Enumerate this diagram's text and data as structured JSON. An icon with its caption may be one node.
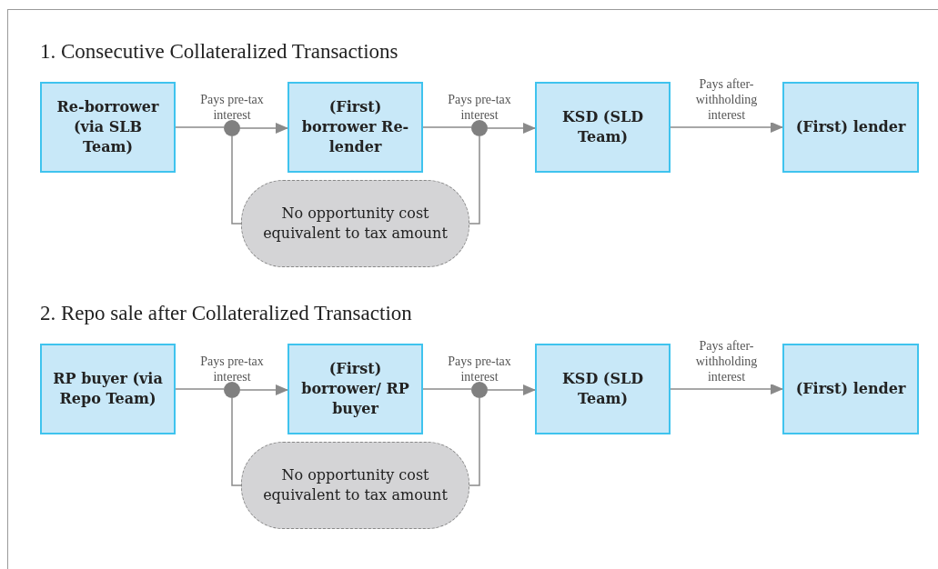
{
  "diagram": {
    "nodes": [
      {
        "text": [
          "Re-borrower (via SLB Team)"
        ]
      },
      {
        "text": [],
        "shape": "circle"
      },
      {
        "text": [
          "(First) borrower Re-lender"
        ]
      },
      {
        "text": [],
        "shape": "circle"
      },
      {
        "text": [
          "KSD (SLD Team)"
        ]
      },
      {
        "text": [
          "(First) lender"
        ]
      },
      {
        "text": [
          "No opportunity cost equivalent to tax amount"
        ]
      },
      {
        "text": [
          "RP buyer (via Repo Team)"
        ]
      },
      {
        "text": [],
        "shape": "circle"
      },
      {
        "text": [
          "(First) borrower/ RP buyer"
        ]
      },
      {
        "text": [],
        "shape": "circle"
      },
      {
        "text": [
          "KSD (SLD Team)"
        ]
      },
      {
        "text": [
          "(First) lender"
        ]
      },
      {
        "text": [
          "No opportunity cost equivalent to tax amount"
        ]
      }
    ],
    "edges": [
      {
        "from": 0,
        "to": 1,
        "arrow": "none",
        "label": "Pays pre-tax interest"
      },
      {
        "from": 1,
        "to": 2,
        "arrow": "to"
      },
      {
        "from": 2,
        "to": 3,
        "arrow": "none",
        "label": "Pays pre-tax interest"
      },
      {
        "from": 3,
        "to": 4,
        "arrow": "to"
      },
      {
        "from": 4,
        "to": 5,
        "arrow": "to",
        "label": "Pays after-withholding interest"
      },
      {
        "from": 1,
        "to": 6,
        "arrow": "none"
      },
      {
        "from": 3,
        "to": 6,
        "arrow": "none"
      },
      {
        "from": 7,
        "to": 8,
        "arrow": "none",
        "label": "Pays pre-tax interest"
      },
      {
        "from": 8,
        "to": 9,
        "arrow": "to"
      },
      {
        "from": 9,
        "to": 10,
        "arrow": "none",
        "label": "Pays pre-tax interest"
      },
      {
        "from": 10,
        "to": 11,
        "arrow": "to"
      },
      {
        "from": 11,
        "to": 12,
        "arrow": "to",
        "label": "Pays after-withholding interest"
      },
      {
        "from": 8,
        "to": 13,
        "arrow": "none"
      },
      {
        "from": 10,
        "to": 13,
        "arrow": "none"
      }
    ],
    "labels": [
      "1. Consecutive Collateralized Transactions",
      "2. Repo sale after Collateralized Transaction"
    ]
  }
}
